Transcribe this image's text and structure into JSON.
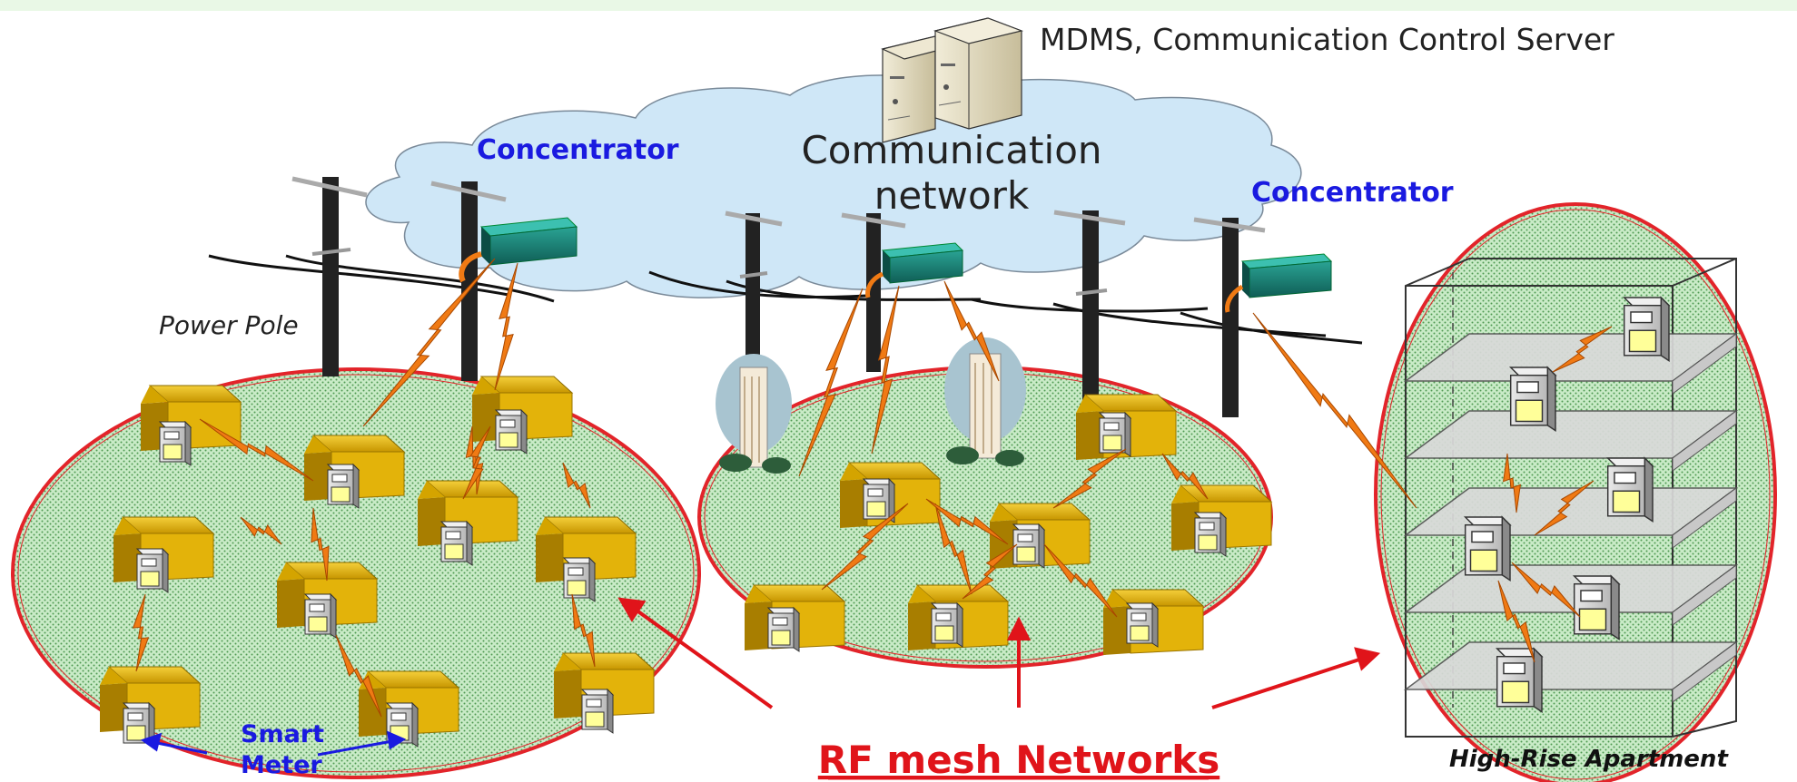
{
  "server_label": "MDMS, Communication Control Server",
  "cloud_label_line1": "Communication",
  "cloud_label_line2": "network",
  "concentrator_left": "Concentrator",
  "concentrator_right": "Concentrator",
  "power_pole_label": "Power Pole",
  "smart_meter_line1": "Smart",
  "smart_meter_line2": "Meter",
  "rf_mesh_label": "RF mesh Networks",
  "high_rise_label": "High-Rise Apartment",
  "colors": {
    "top_band": "#e9f8e6",
    "cloud": "#cfe7f7",
    "mesh_fill": "#bde3bd",
    "mesh_border": "#e2242a",
    "concentrator": "#1a8276",
    "house": "#e0b000",
    "bolt": "#f07a14",
    "label_blue": "#1a1ae0",
    "rf_red": "#e0141a"
  }
}
